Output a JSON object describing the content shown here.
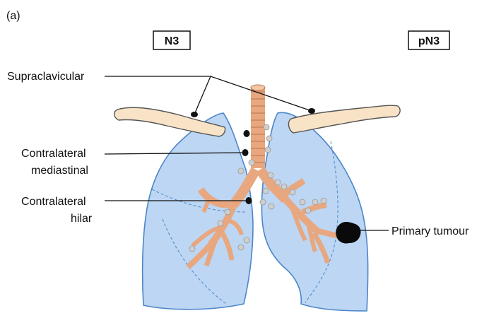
{
  "panel_label": "(a)",
  "stage_left": "N3",
  "stage_right": "pN3",
  "labels": {
    "supraclavicular": "Supraclavicular",
    "contralateral_mediastinal_1": "Contralateral",
    "contralateral_mediastinal_2": "mediastinal",
    "contralateral_hilar_1": "Contralateral",
    "contralateral_hilar_2": "hilar",
    "primary_tumour": "Primary tumour"
  },
  "colors": {
    "lung_fill": "#bcd6f3",
    "lung_outline": "#4d86c9",
    "airway": "#e8a77e",
    "clavicle": "#f8e3c6",
    "lymph_node": "#cfcfcf",
    "involved_node": "#111111"
  }
}
